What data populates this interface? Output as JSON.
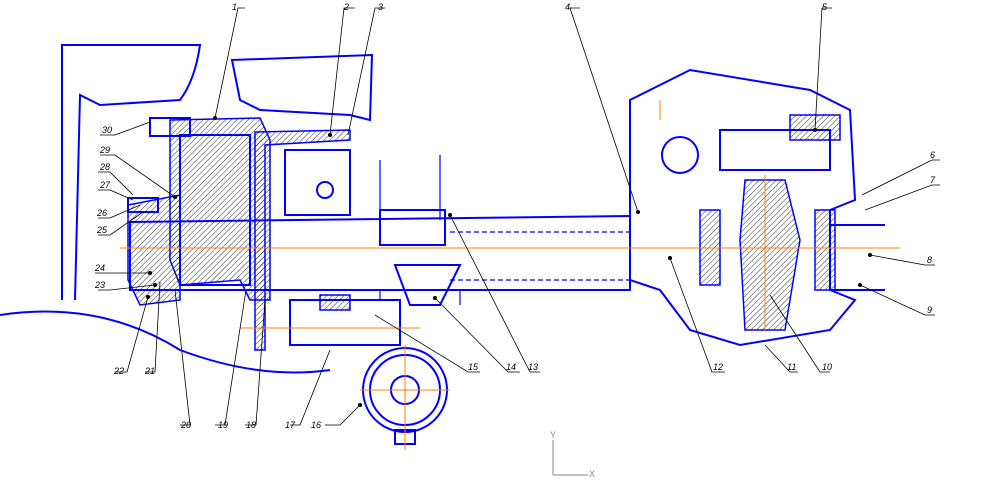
{
  "drawing": {
    "callouts": {
      "c1": "1",
      "c2": "2",
      "c3": "3",
      "c4": "4",
      "c5": "5",
      "c6": "6",
      "c7": "7",
      "c8": "8",
      "c9": "9",
      "c10": "10",
      "c11": "11",
      "c12": "12",
      "c13": "13",
      "c14": "14",
      "c15": "15",
      "c16": "16",
      "c17": "17",
      "c18": "18",
      "c19": "19",
      "c20": "20",
      "c21": "21",
      "c22": "22",
      "c23": "23",
      "c24": "24",
      "c25": "25",
      "c26": "26",
      "c27": "27",
      "c28": "28",
      "c29": "29",
      "c30": "30"
    },
    "axes": {
      "x": "X",
      "y": "Y"
    },
    "colors": {
      "outline": "#0000ff",
      "centerline": "#ff8000",
      "leader": "#000000"
    }
  }
}
